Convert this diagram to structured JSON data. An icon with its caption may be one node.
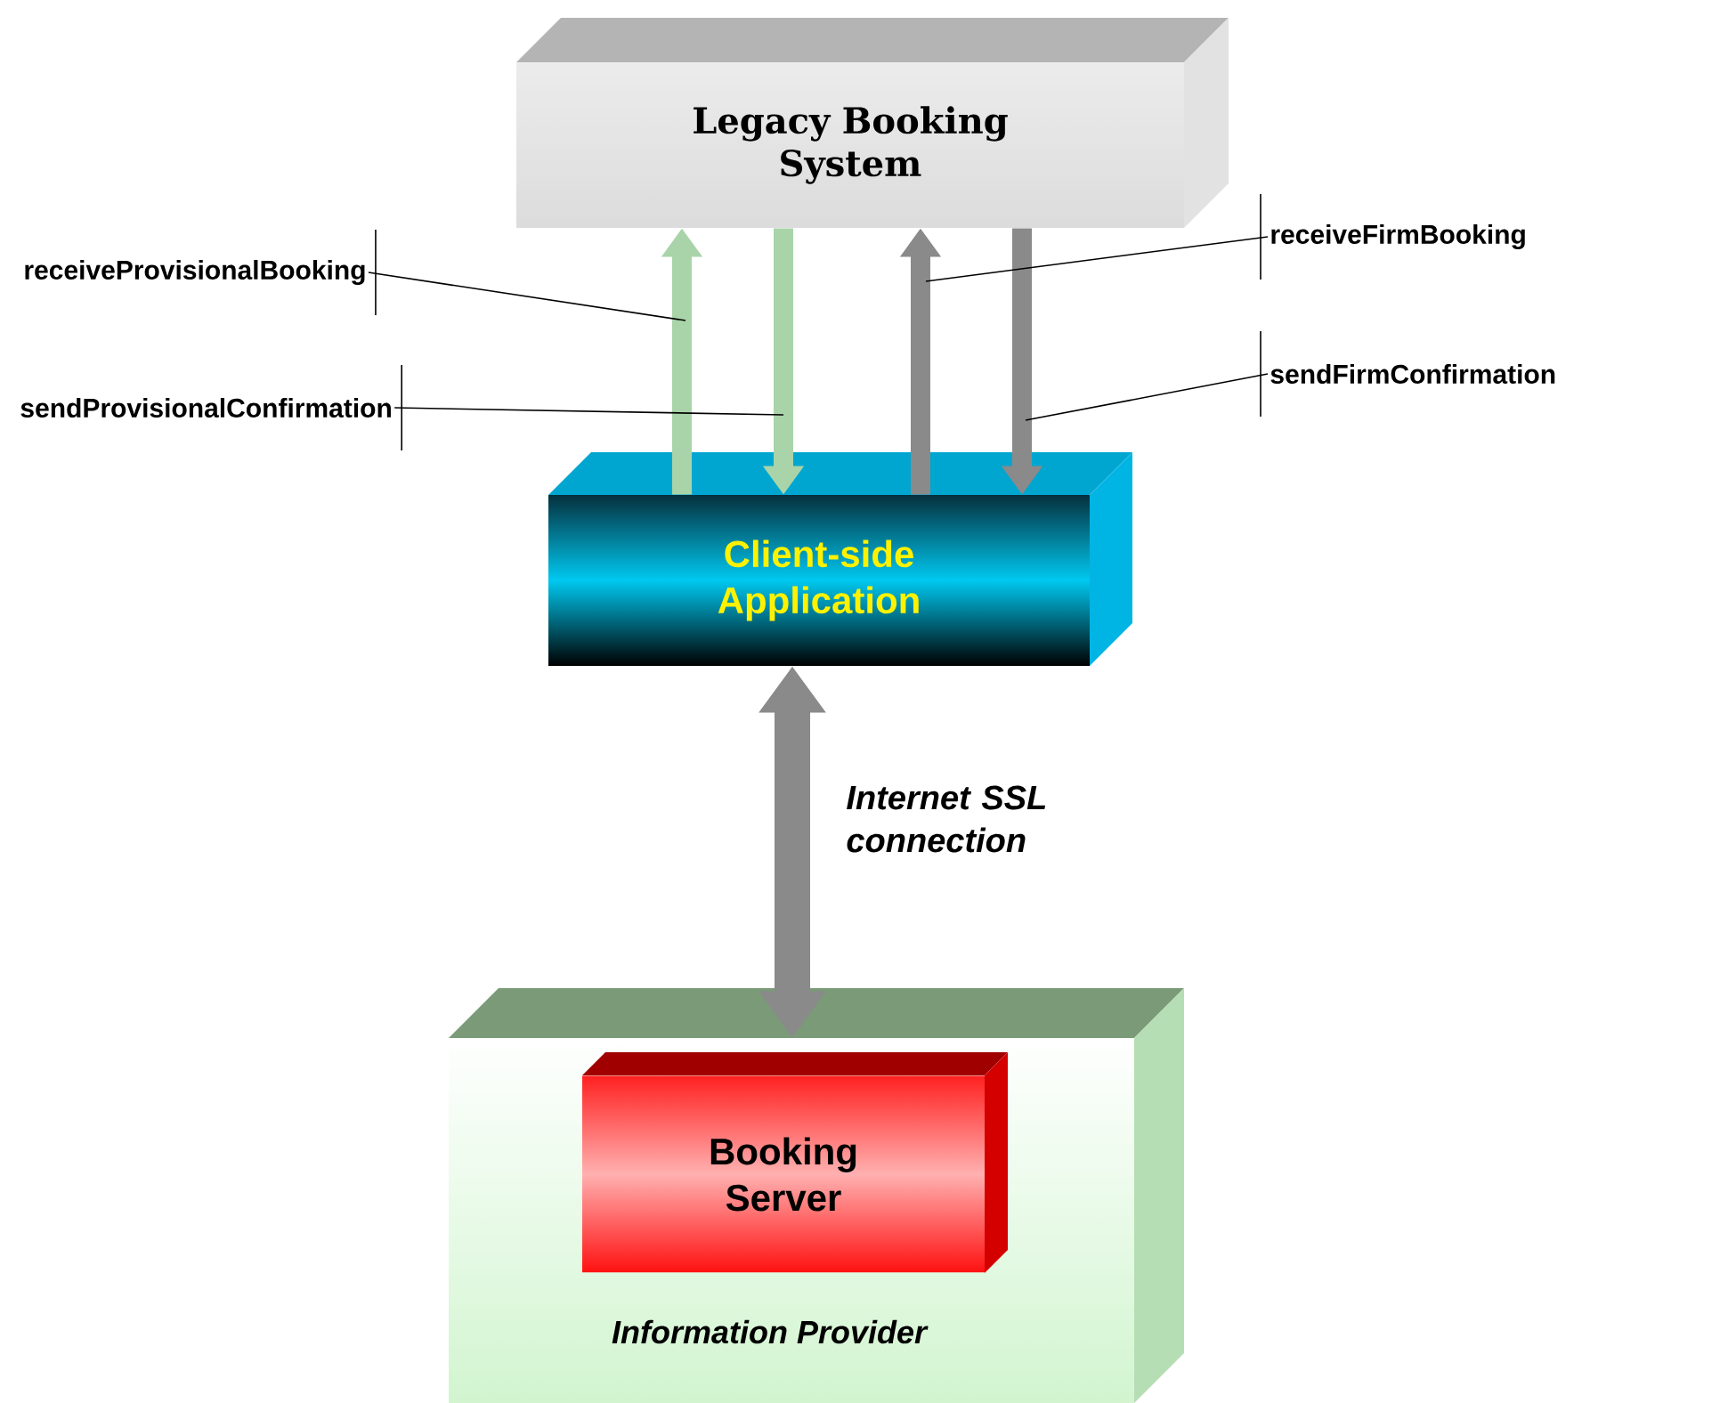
{
  "diagram": {
    "nodes": [
      {
        "text": [
          "Legacy Booking System"
        ]
      },
      {
        "text": [
          "Client-side Application"
        ]
      },
      {
        "text": [
          "Information Provider"
        ]
      },
      {
        "text": [
          "Booking Server"
        ],
        "in": 2
      },
      {
        "text": [
          "receiveProvisionalBooking"
        ]
      },
      {
        "text": [
          "sendProvisionalConfirmation"
        ]
      },
      {
        "text": [
          "receiveFirmBooking"
        ]
      },
      {
        "text": [
          "sendFirmConfirmation"
        ]
      }
    ],
    "edges": [
      {
        "from": 1,
        "to": 0,
        "arrow": "to",
        "color": "#a9d4a9"
      },
      {
        "from": 0,
        "to": 1,
        "arrow": "to",
        "color": "#a9d4a9"
      },
      {
        "from": 1,
        "to": 0,
        "arrow": "to",
        "color": "#8a8a8a"
      },
      {
        "from": 0,
        "to": 1,
        "arrow": "to",
        "color": "#8a8a8a"
      },
      {
        "from": 1,
        "to": 2,
        "arrow": "both",
        "style": "thick",
        "color": "#8a8a8a",
        "label": "Internet SSL connection"
      },
      {
        "from": 4,
        "to": null,
        "arrow": "none"
      },
      {
        "from": 5,
        "to": null,
        "arrow": "none"
      },
      {
        "from": 6,
        "to": null,
        "arrow": "none"
      },
      {
        "from": 7,
        "to": null,
        "arrow": "none"
      }
    ]
  }
}
